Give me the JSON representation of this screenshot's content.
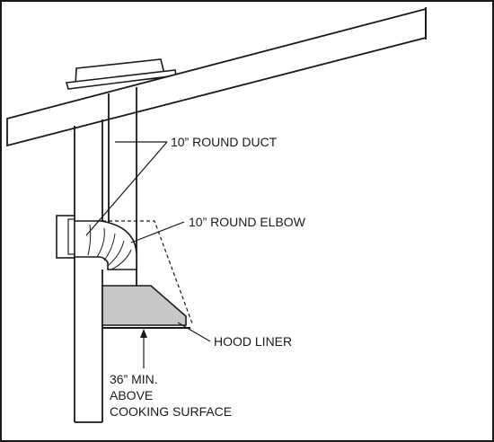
{
  "labels": {
    "round_duct": "10” ROUND DUCT",
    "round_elbow": "10” ROUND ELBOW",
    "hood_liner": "HOOD LINER",
    "clearance_line1": "36” MIN.",
    "clearance_line2": "ABOVE",
    "clearance_line3": "COOKING SURFACE"
  },
  "colors": {
    "line": "#1a1a1a",
    "hood_fill": "#c8c8c8",
    "background": "#ffffff"
  }
}
